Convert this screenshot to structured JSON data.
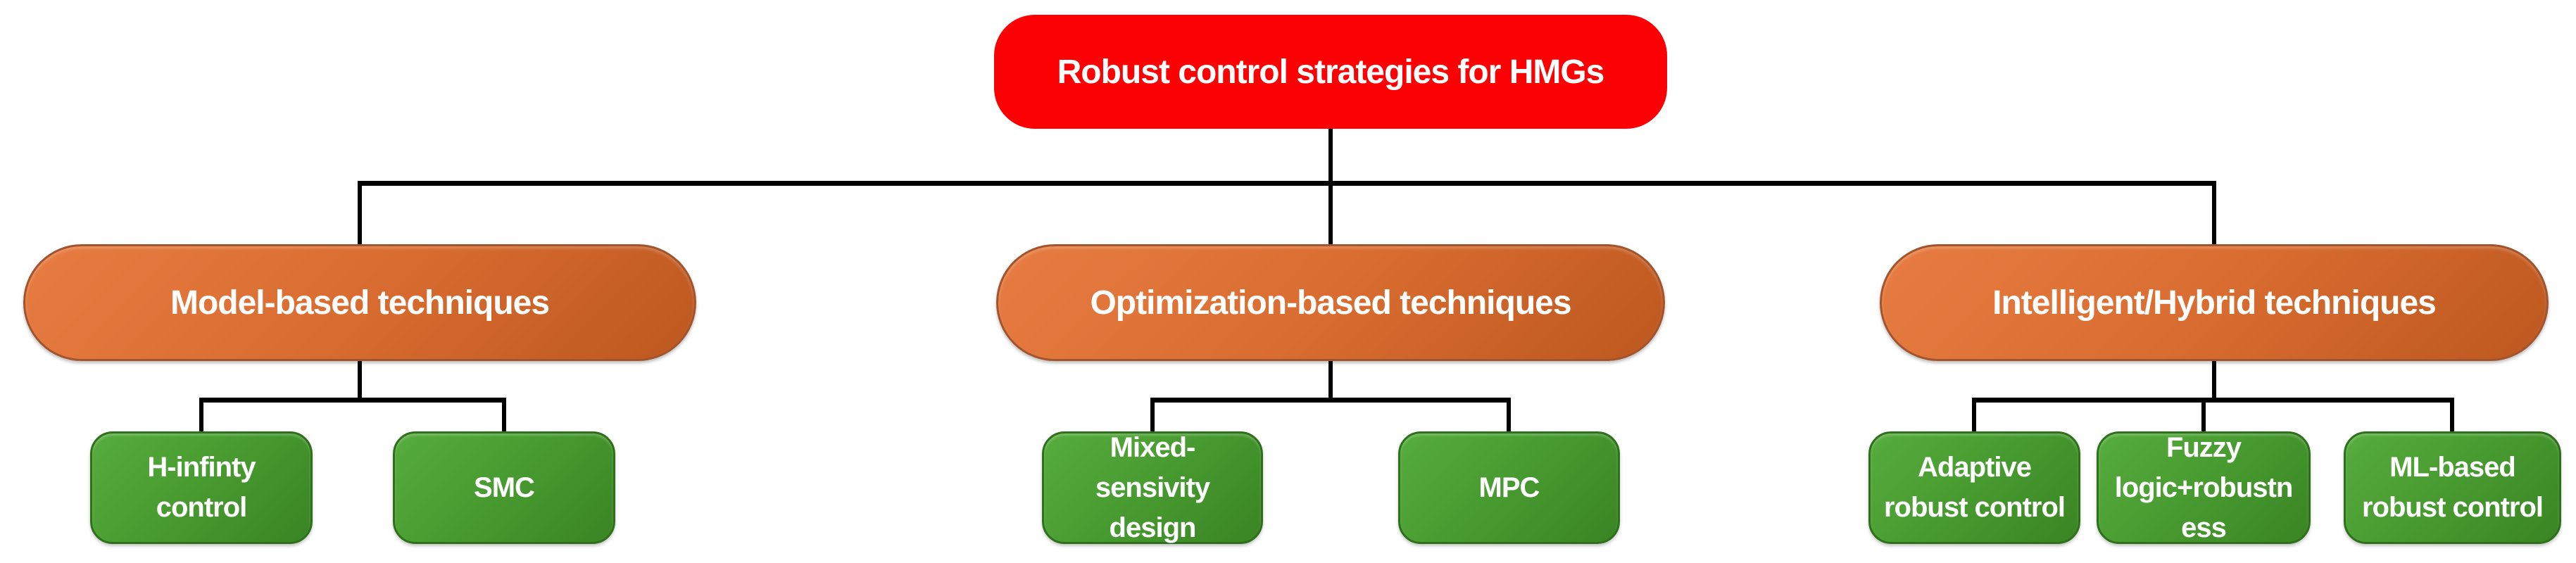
{
  "tree": {
    "root": {
      "label": "Robust control strategies for HMGs"
    },
    "branches": [
      {
        "label": "Model-based techniques",
        "children": [
          {
            "label": "H-infinty control",
            "lines": [
              "H-infinty",
              "control"
            ]
          },
          {
            "label": "SMC",
            "lines": [
              "SMC"
            ]
          }
        ]
      },
      {
        "label": "Optimization-based techniques",
        "children": [
          {
            "label": "Mixed-sensivity design",
            "lines": [
              "Mixed-",
              "sensivity",
              "design"
            ]
          },
          {
            "label": "MPC",
            "lines": [
              "MPC"
            ]
          }
        ]
      },
      {
        "label": "Intelligent/Hybrid techniques",
        "children": [
          {
            "label": "Adaptive robust control",
            "lines": [
              "Adaptive",
              "robust control"
            ]
          },
          {
            "label": "Fuzzy logic+robustness",
            "lines": [
              "Fuzzy",
              "logic+robustn",
              "ess"
            ]
          },
          {
            "label": "ML-based robust control",
            "lines": [
              "ML-based",
              "robust control"
            ]
          }
        ]
      }
    ]
  },
  "colors": {
    "root_fill": "#fb0104",
    "branch_fill_light": "#e77c42",
    "branch_fill_dark": "#bc5820",
    "branch_border": "#a2542c",
    "leaf_fill_light": "#57ac3e",
    "leaf_fill_dark": "#3a8424",
    "leaf_border": "#2e701b",
    "connector": "#000000",
    "label_text": "#ffffff"
  }
}
